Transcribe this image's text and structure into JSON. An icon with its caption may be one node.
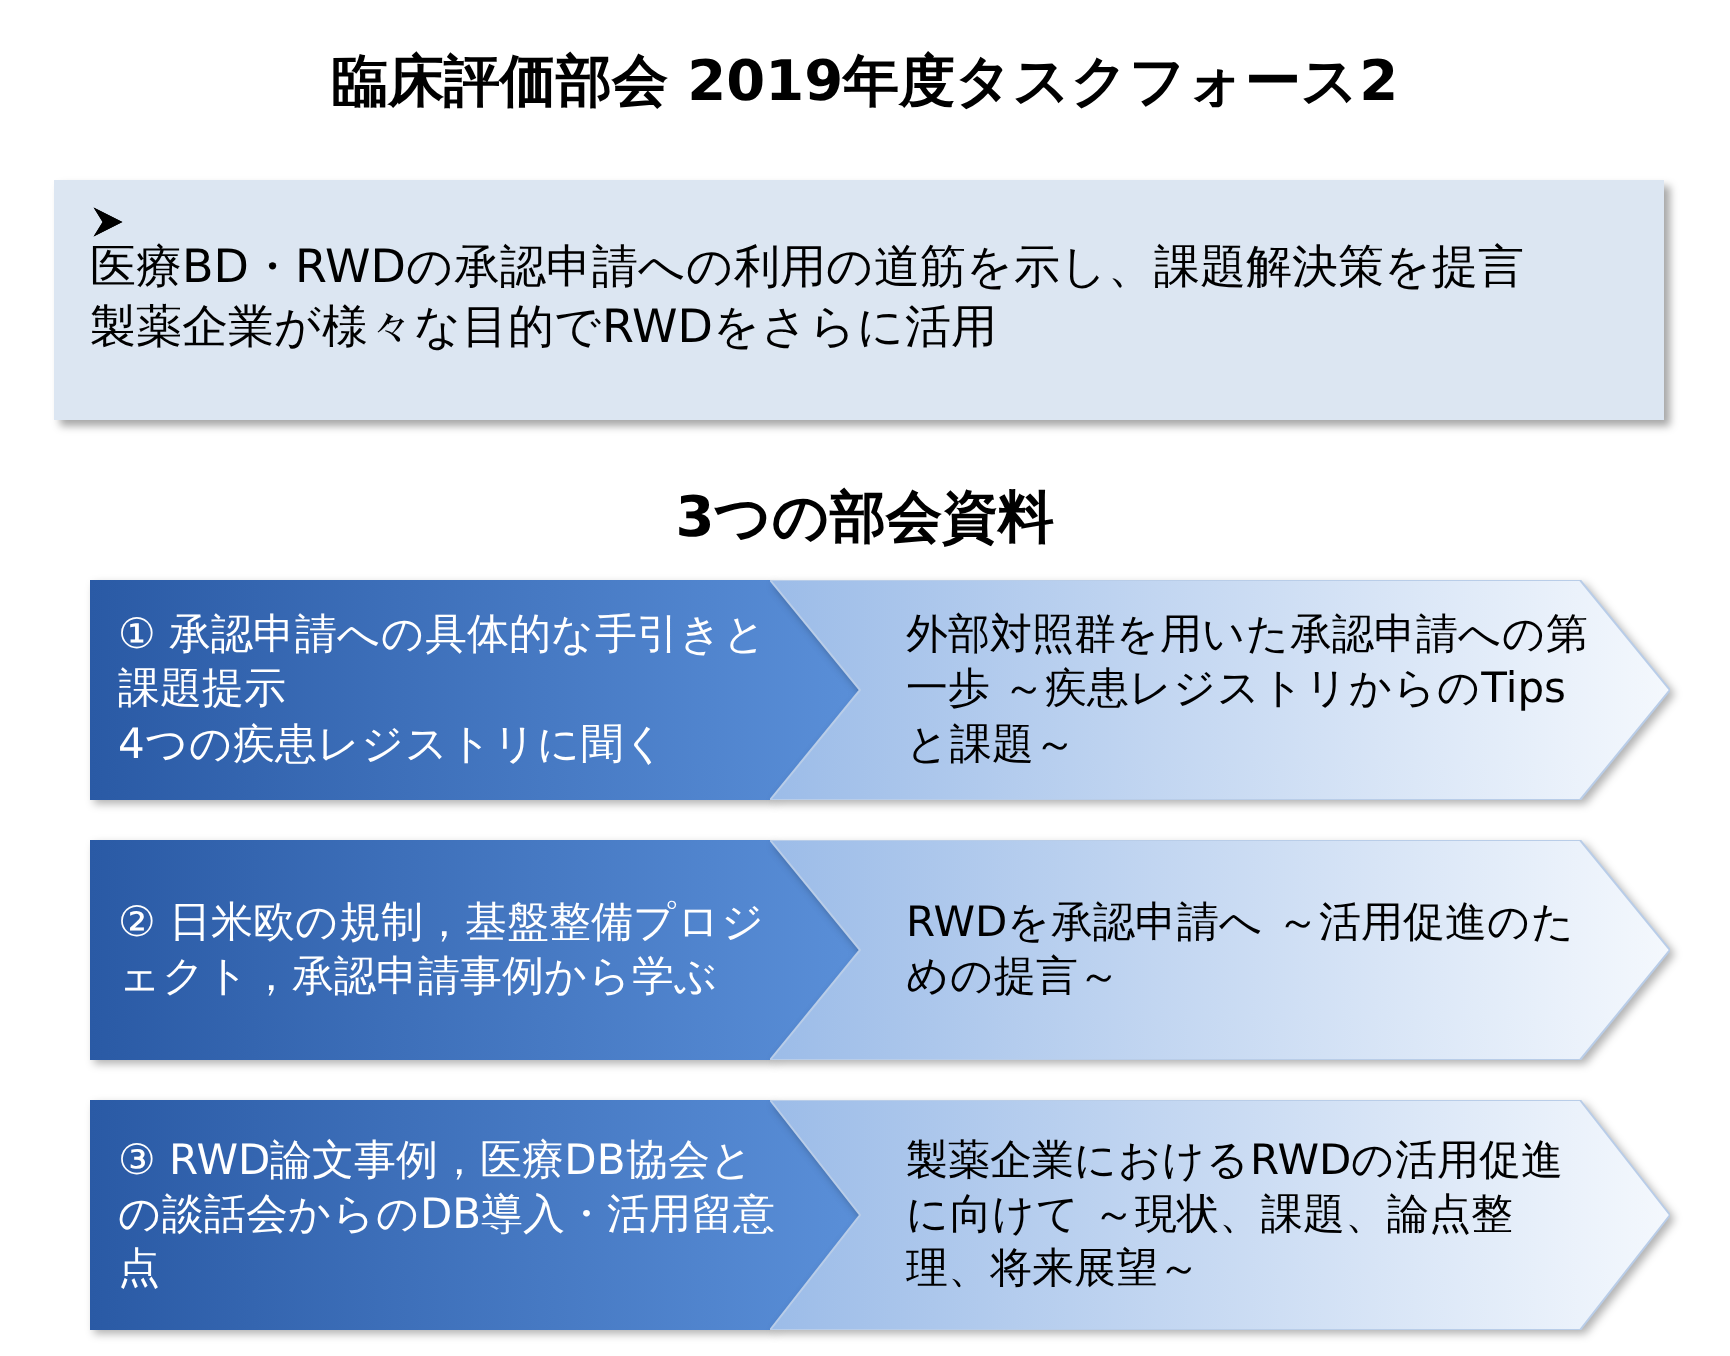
{
  "diagram": {
    "title": "臨床評価部会 2019年度タスクフォース2",
    "nodes": [
      {
        "text": [
          "医療BD・RWDの承認申請への利用の道筋を示し、課題解決策を提言",
          "製薬企業が様々な目的でRWDをさらに活用"
        ]
      },
      {
        "text": [
          "① 承認申請への具体的な手引きと課題提示",
          "4つの疾患レジストリに聞く"
        ]
      },
      {
        "text": [
          "外部対照群を用いた承認申請への第一歩 ～疾患レジストリからのTipsと課題～"
        ]
      },
      {
        "text": [
          "② 日米欧の規制，基盤整備プロジェクト，承認申請事例から学ぶ"
        ]
      },
      {
        "text": [
          "RWDを承認申請へ ～活用促進のための提言～"
        ]
      },
      {
        "text": [
          "③ RWD論文事例，医療DB協会との談話会からのDB導入・活用留意点"
        ]
      },
      {
        "text": [
          "製薬企業におけるRWDの活用促進に向けて ～現状、課題、論点整理、将来展望～"
        ]
      }
    ],
    "labels": [
      "3つの部会資料"
    ]
  }
}
